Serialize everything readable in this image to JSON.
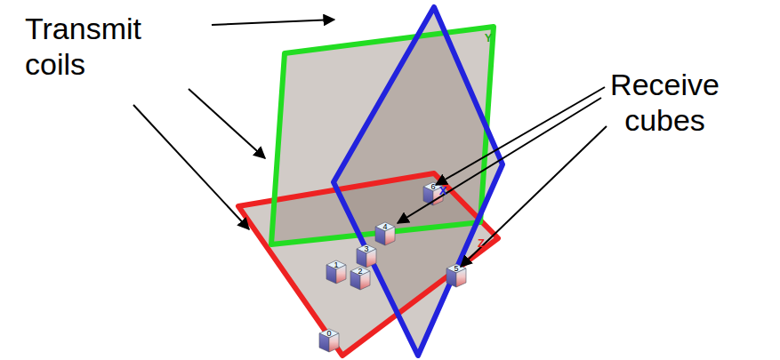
{
  "diagram": {
    "labels": [
      "Transmit coils",
      "Receive cubes",
      "Y",
      "X",
      "Z",
      "0",
      "1",
      "2",
      "3",
      "4",
      "5",
      "6"
    ]
  }
}
